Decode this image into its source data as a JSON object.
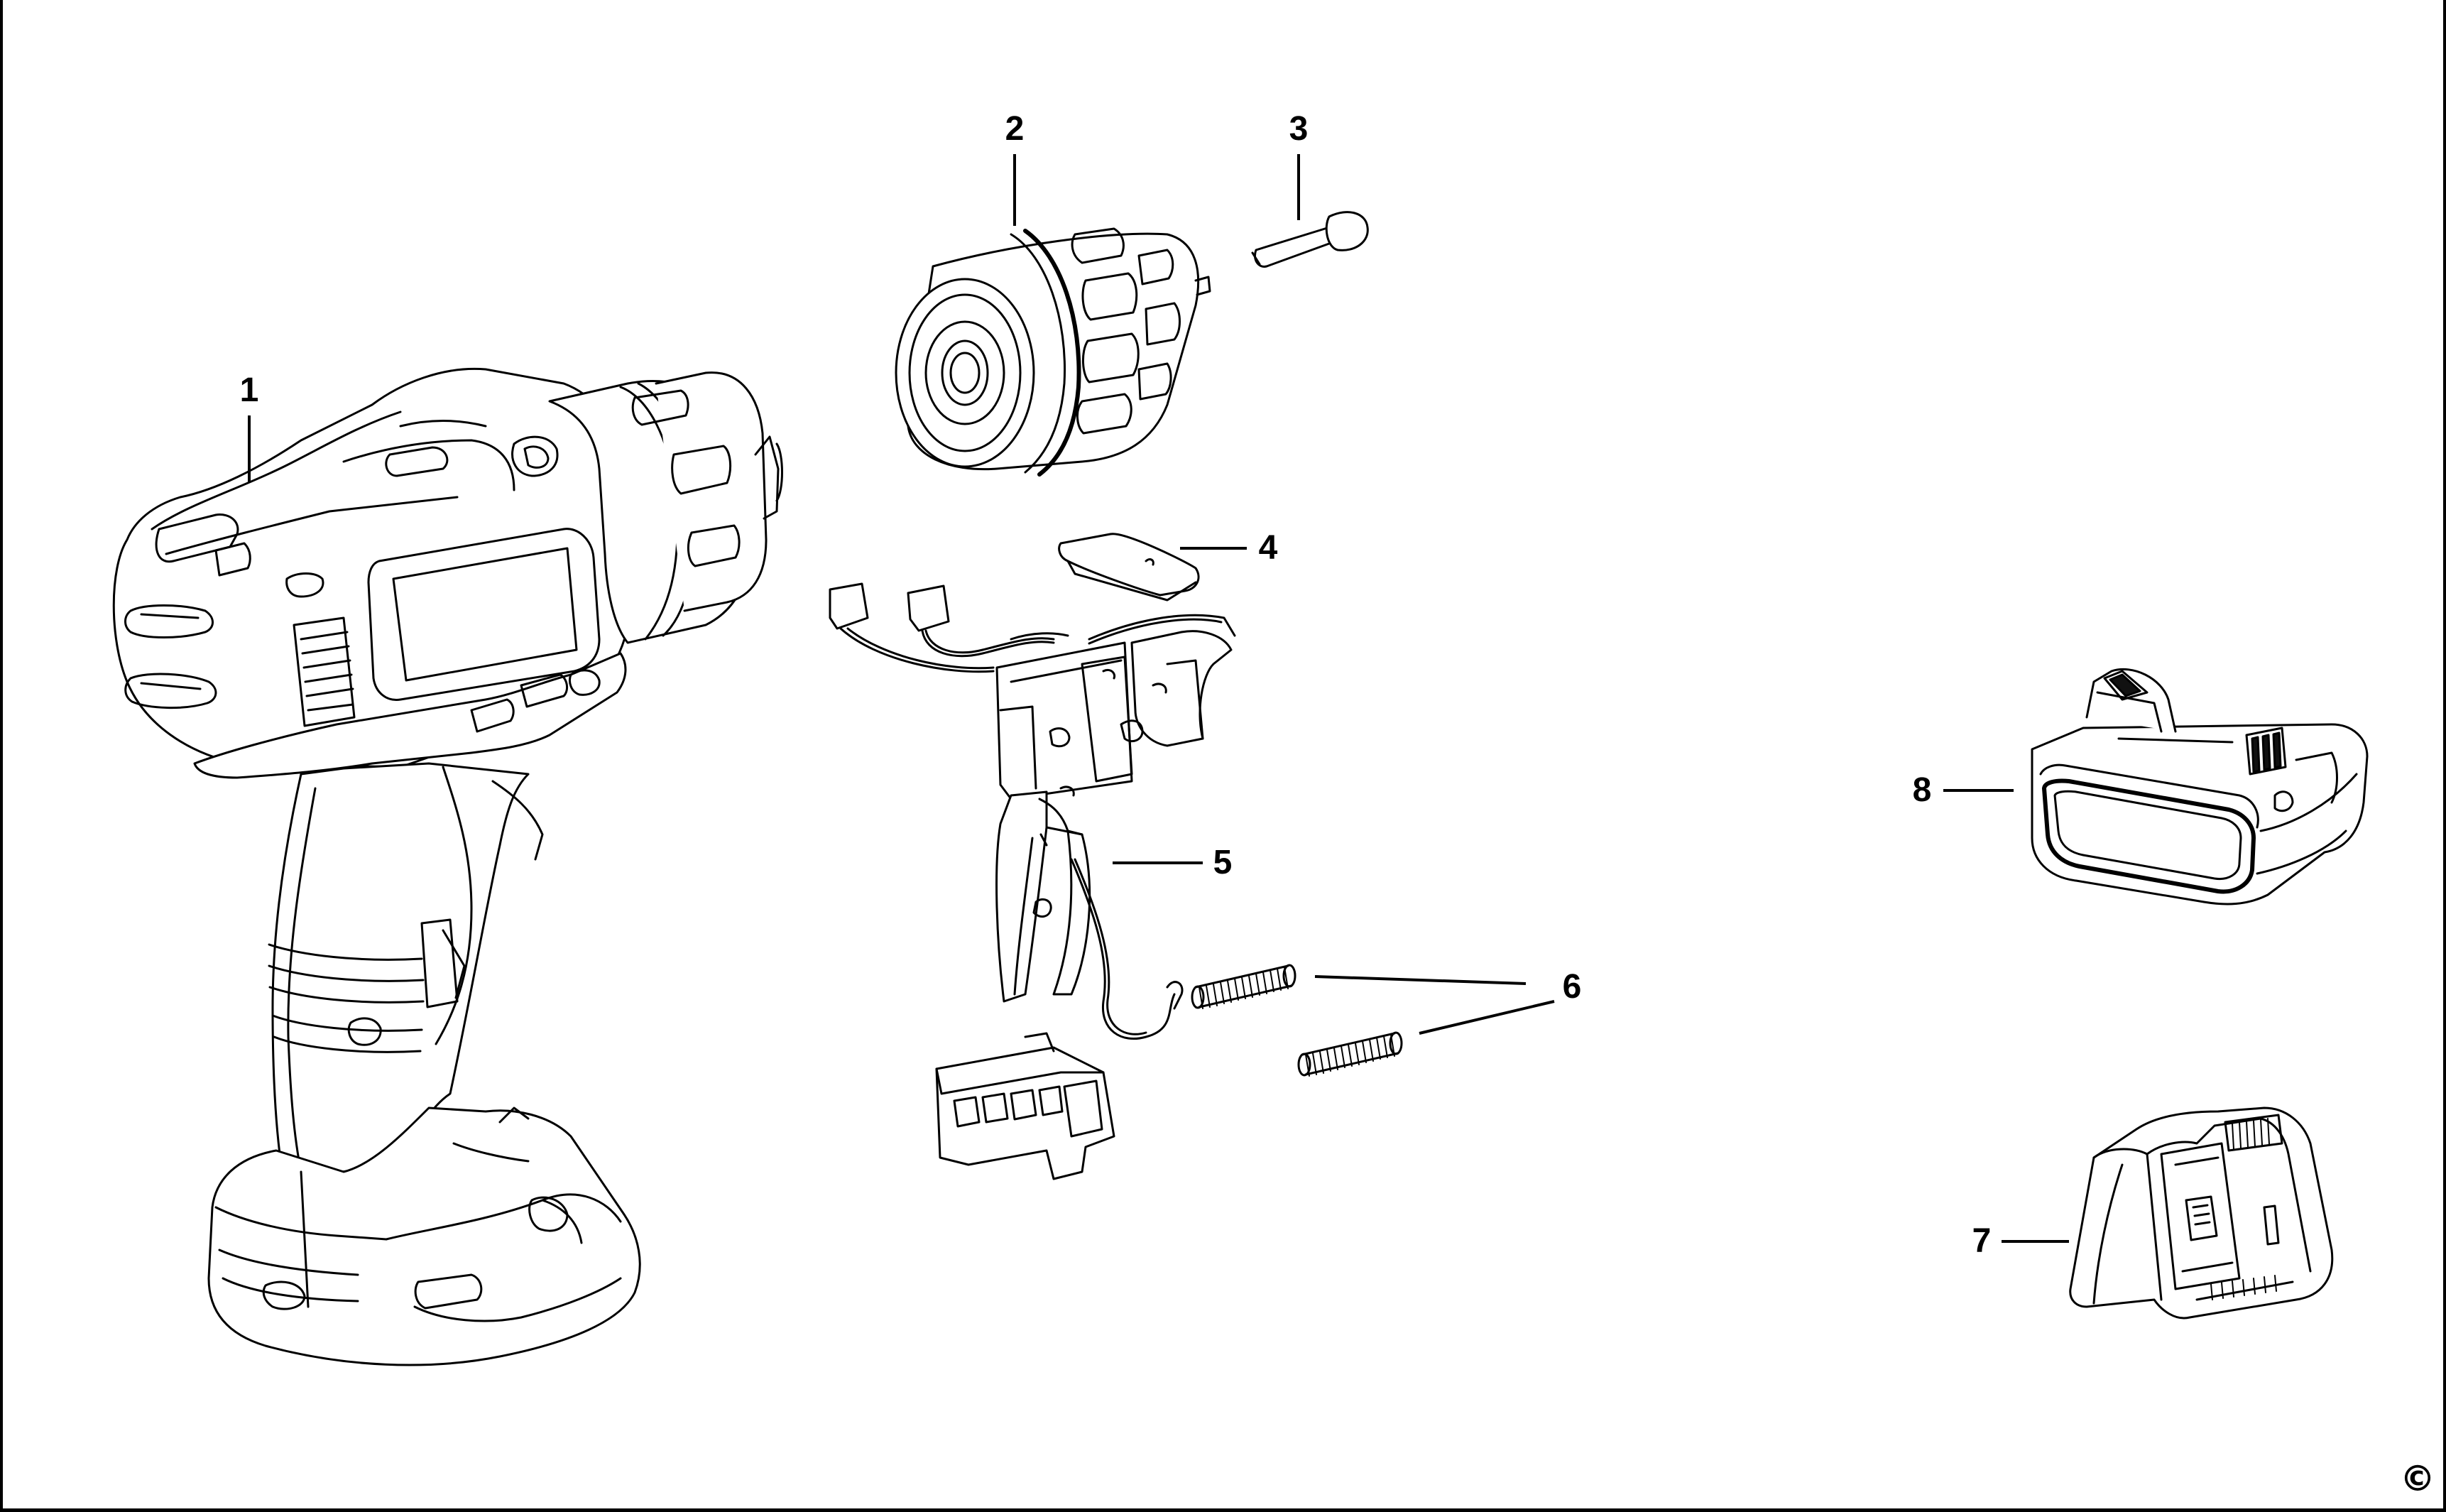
{
  "diagram": {
    "callouts": [
      {
        "id": "1",
        "label": "1",
        "part": "drill-body"
      },
      {
        "id": "2",
        "label": "2",
        "part": "chuck"
      },
      {
        "id": "3",
        "label": "3",
        "part": "screw"
      },
      {
        "id": "4",
        "label": "4",
        "part": "switch-actuator"
      },
      {
        "id": "5",
        "label": "5",
        "part": "switch-assembly"
      },
      {
        "id": "6",
        "label": "6",
        "part": "springs"
      },
      {
        "id": "7",
        "label": "7",
        "part": "charger"
      },
      {
        "id": "8",
        "label": "8",
        "part": "battery-pack"
      }
    ],
    "copyright_symbol": "©"
  }
}
